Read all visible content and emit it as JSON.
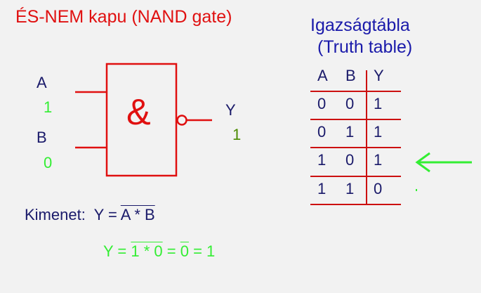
{
  "colors": {
    "red": "#e01010",
    "blue": "#1a1a9a",
    "green": "#33ee33",
    "olive": "#4a8a00",
    "title_blue": "#1a1aaa"
  },
  "title": "ÉS-NEM kapu  (NAND  gate)",
  "gate": {
    "symbol": "&",
    "input_a_label": "A",
    "input_a_value": "1",
    "input_b_label": "B",
    "input_b_value": "0",
    "output_label": "Y",
    "output_value": "1"
  },
  "truth_table": {
    "title_line1": "Igazságtábla",
    "title_line2": "(Truth table)",
    "headers": [
      "A",
      "B",
      "Y"
    ],
    "rows": [
      [
        "0",
        "0",
        "1"
      ],
      [
        "0",
        "1",
        "1"
      ],
      [
        "1",
        "0",
        "1"
      ],
      [
        "1",
        "1",
        "0"
      ]
    ]
  },
  "formula": {
    "prefix": "Kimenet:  Y = ",
    "expr": "A * B",
    "line2_start": "Y = ",
    "line2_expr1": "1 * 0",
    "line2_mid": " = ",
    "line2_expr2": "0",
    "line2_end": " = 1"
  }
}
